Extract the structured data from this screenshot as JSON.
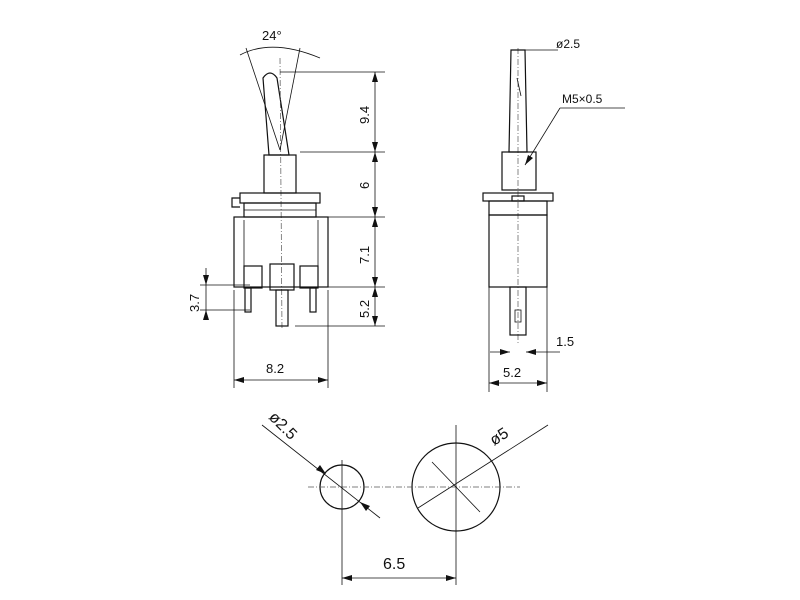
{
  "dimensions": {
    "lever_angle": "24°",
    "lever_length": "9.4",
    "bushing_height": "6",
    "body_height": "7.1",
    "terminal_length": "5.2",
    "terminal_offset": "3.7",
    "body_width": "8.2",
    "lever_tip_diameter": "ø2.5",
    "thread_spec": "M5×0.5",
    "terminal_thickness": "1.5",
    "side_width": "5.2",
    "hole_small_diameter": "ø2.5",
    "hole_large_diameter": "ø5",
    "hole_spacing": "6.5"
  },
  "colors": {
    "line": "#111111",
    "background": "#ffffff"
  }
}
